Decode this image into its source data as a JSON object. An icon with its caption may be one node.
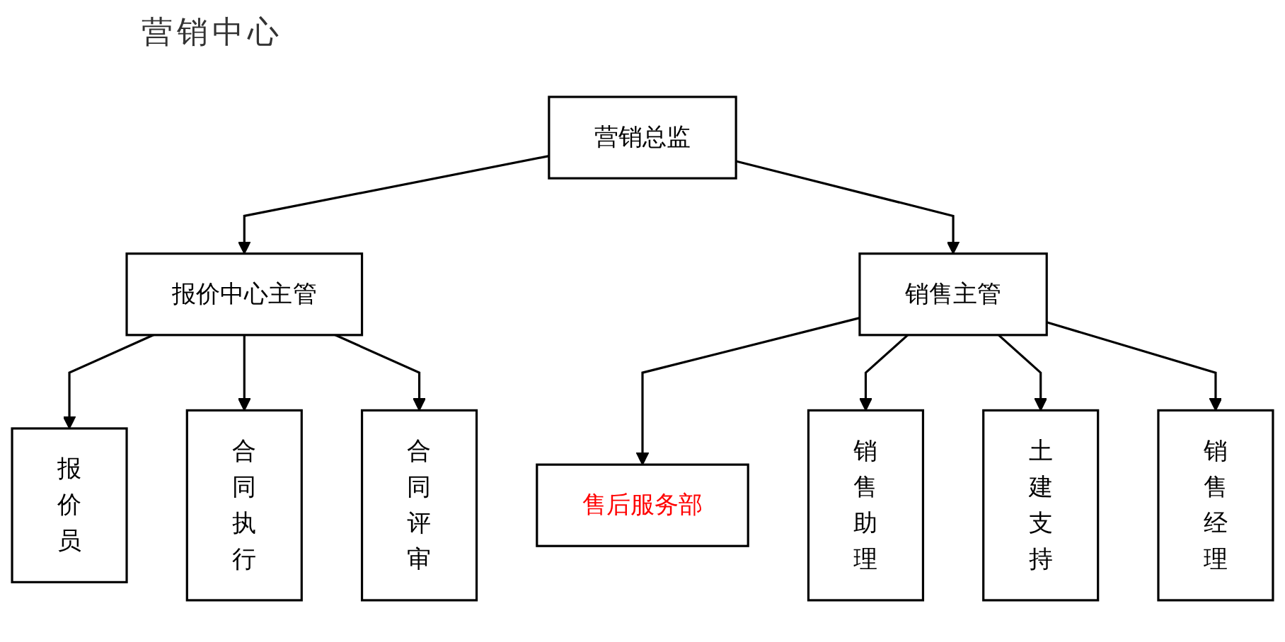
{
  "diagram": {
    "title": "营销中心",
    "nodes": [
      {
        "text": [
          "营销总监"
        ]
      },
      {
        "text": [
          "报价中心主管"
        ]
      },
      {
        "text": [
          "销售主管"
        ]
      },
      {
        "text": [
          "售后服务部"
        ]
      },
      {
        "text": [
          "报价员"
        ]
      },
      {
        "text": [
          "合同执行"
        ]
      },
      {
        "text": [
          "合同评审"
        ]
      },
      {
        "text": [
          "销售助理"
        ]
      },
      {
        "text": [
          "土建支持"
        ]
      },
      {
        "text": [
          "销售经理"
        ]
      }
    ],
    "edges": [
      {
        "from": 0,
        "to": 1,
        "arrow": "to"
      },
      {
        "from": 0,
        "to": 2,
        "arrow": "to"
      },
      {
        "from": 2,
        "to": 3,
        "arrow": "to"
      },
      {
        "from": 1,
        "to": 4,
        "arrow": "to"
      },
      {
        "from": 1,
        "to": 5,
        "arrow": "to"
      },
      {
        "from": 1,
        "to": 6,
        "arrow": "to"
      },
      {
        "from": 2,
        "to": 7,
        "arrow": "to"
      },
      {
        "from": 2,
        "to": 8,
        "arrow": "to"
      },
      {
        "from": 2,
        "to": 9,
        "arrow": "to"
      }
    ]
  }
}
